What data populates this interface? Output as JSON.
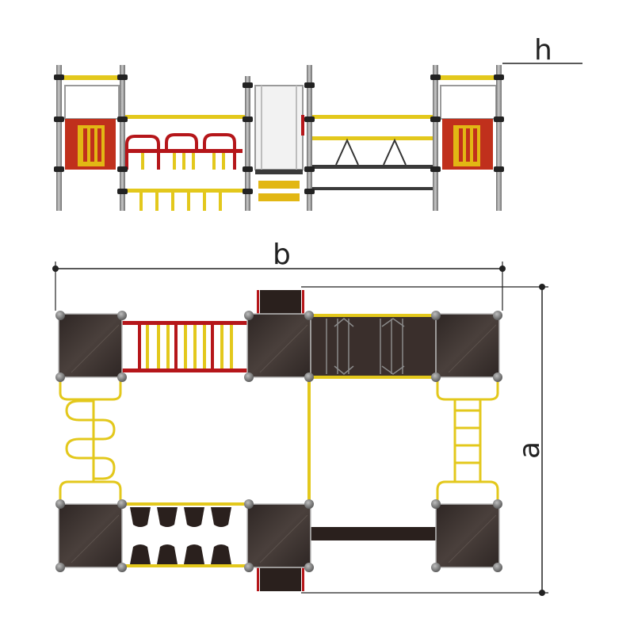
{
  "dimensions": {
    "height_label": "h",
    "width_label": "b",
    "depth_label": "a"
  },
  "colors": {
    "post": "#9a9a9a",
    "post_dark": "#6e6e6e",
    "rail_yellow": "#e3c81c",
    "rail_red": "#b5161a",
    "panel_red": "#c0301c",
    "panel_yellow": "#e2b714",
    "deck": "#3a2f2c",
    "rope": "#333333",
    "dim_line": "#222222"
  },
  "icons": [
    "post-cap-icon",
    "dimension-arrow-icon"
  ]
}
